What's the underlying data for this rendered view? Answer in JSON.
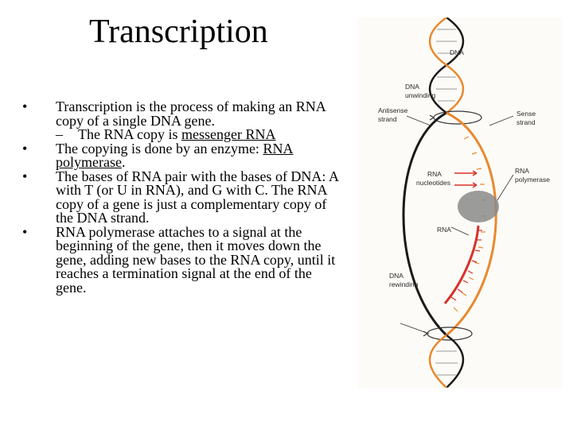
{
  "slide": {
    "title": "Transcription",
    "bullets": [
      {
        "text": "Transcription is the process of making an RNA copy of a single DNA gene.",
        "sub": [
          {
            "prefix": "The RNA copy is ",
            "underlined": "messenger RNA",
            "suffix": ""
          }
        ]
      },
      {
        "prefix": "The copying is done by an enzyme: ",
        "underlined": "RNA polymerase",
        "suffix": "."
      },
      {
        "text": "The bases of RNA pair with the bases of DNA: A with T (or U in RNA), and G with C.  The RNA copy of a gene is just a complementary copy of the DNA strand."
      },
      {
        "text": "RNA polymerase attaches to a signal at the beginning of the gene, then it moves down the gene, adding new bases to the RNA copy, until it reaches a termination signal at the end of the gene."
      }
    ],
    "bullet_symbol": "•",
    "sub_bullet_symbol": "–"
  },
  "figure": {
    "labels": {
      "dna": "DNA",
      "dna_unwinding_1": "DNA",
      "dna_unwinding_2": "unwinding",
      "antisense_1": "Antisense",
      "antisense_2": "strand",
      "sense_1": "Sense",
      "sense_2": "strand",
      "rna_nucleotides_1": "RNA",
      "rna_nucleotides_2": "nucleotides",
      "rna_polymerase_1": "RNA",
      "rna_polymerase_2": "polymerase",
      "rna": "RNA",
      "dna_rewinding_1": "DNA",
      "dna_rewinding_2": "rewinding"
    },
    "colors": {
      "antisense_strand": "#1a1a1a",
      "sense_strand": "#e8892e",
      "rna_strand": "#d6322a",
      "polymerase": "#8a8a8a"
    }
  }
}
